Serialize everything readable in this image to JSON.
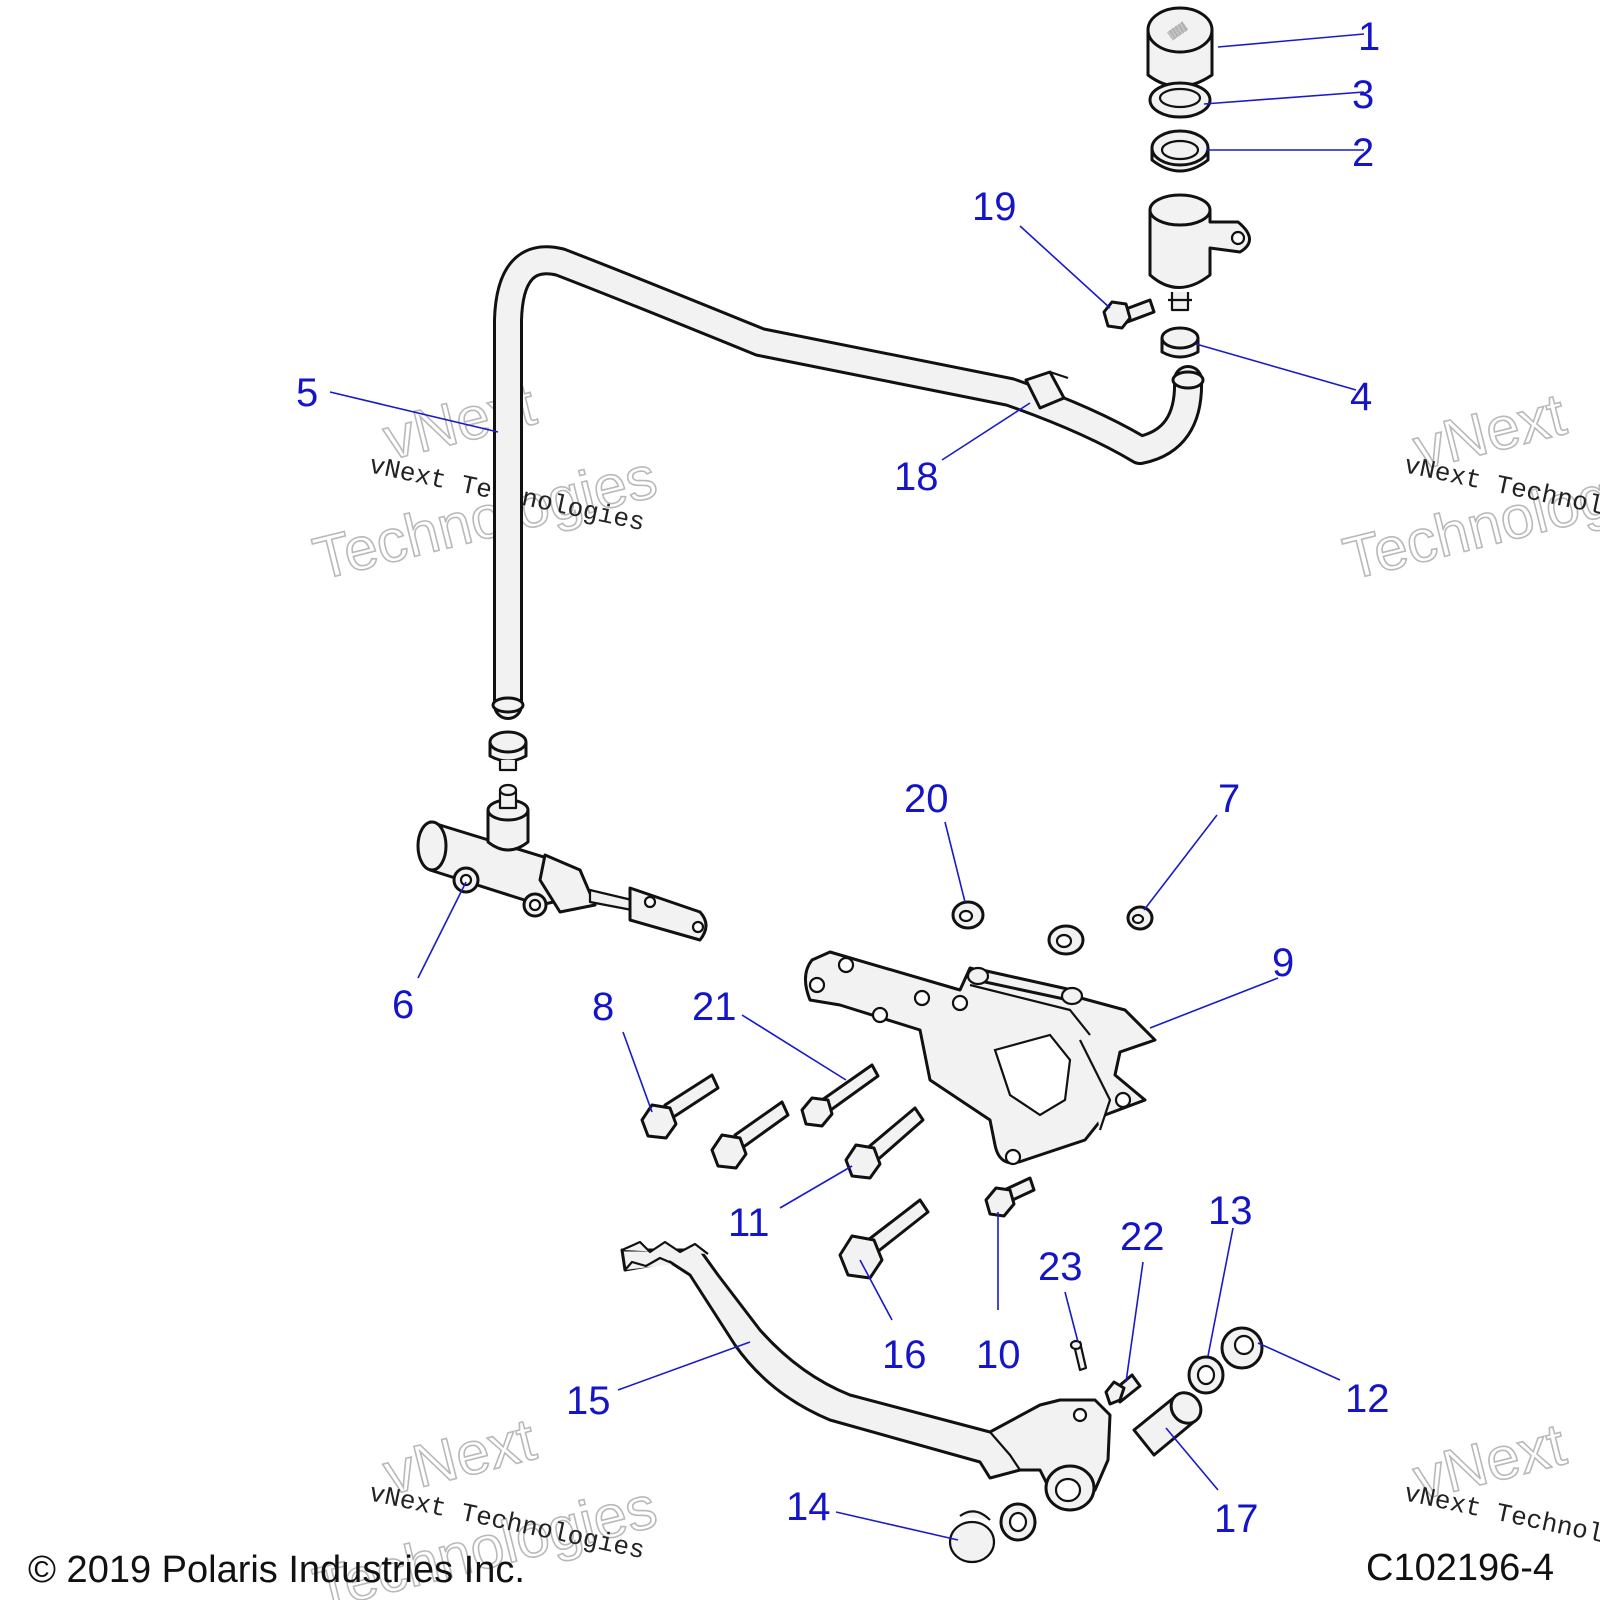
{
  "diagram": {
    "figure_id": "C102196-4",
    "copyright": "© 2019 Polaris Industries Inc.",
    "watermark": {
      "line": "vNext Technologies",
      "outline_top": "vNext",
      "outline_bottom": "Technologies"
    },
    "callouts": [
      "1",
      "2",
      "3",
      "4",
      "5",
      "6",
      "7",
      "8",
      "9",
      "10",
      "11",
      "12",
      "13",
      "14",
      "15",
      "16",
      "17",
      "18",
      "19",
      "20",
      "21",
      "22",
      "23"
    ]
  }
}
